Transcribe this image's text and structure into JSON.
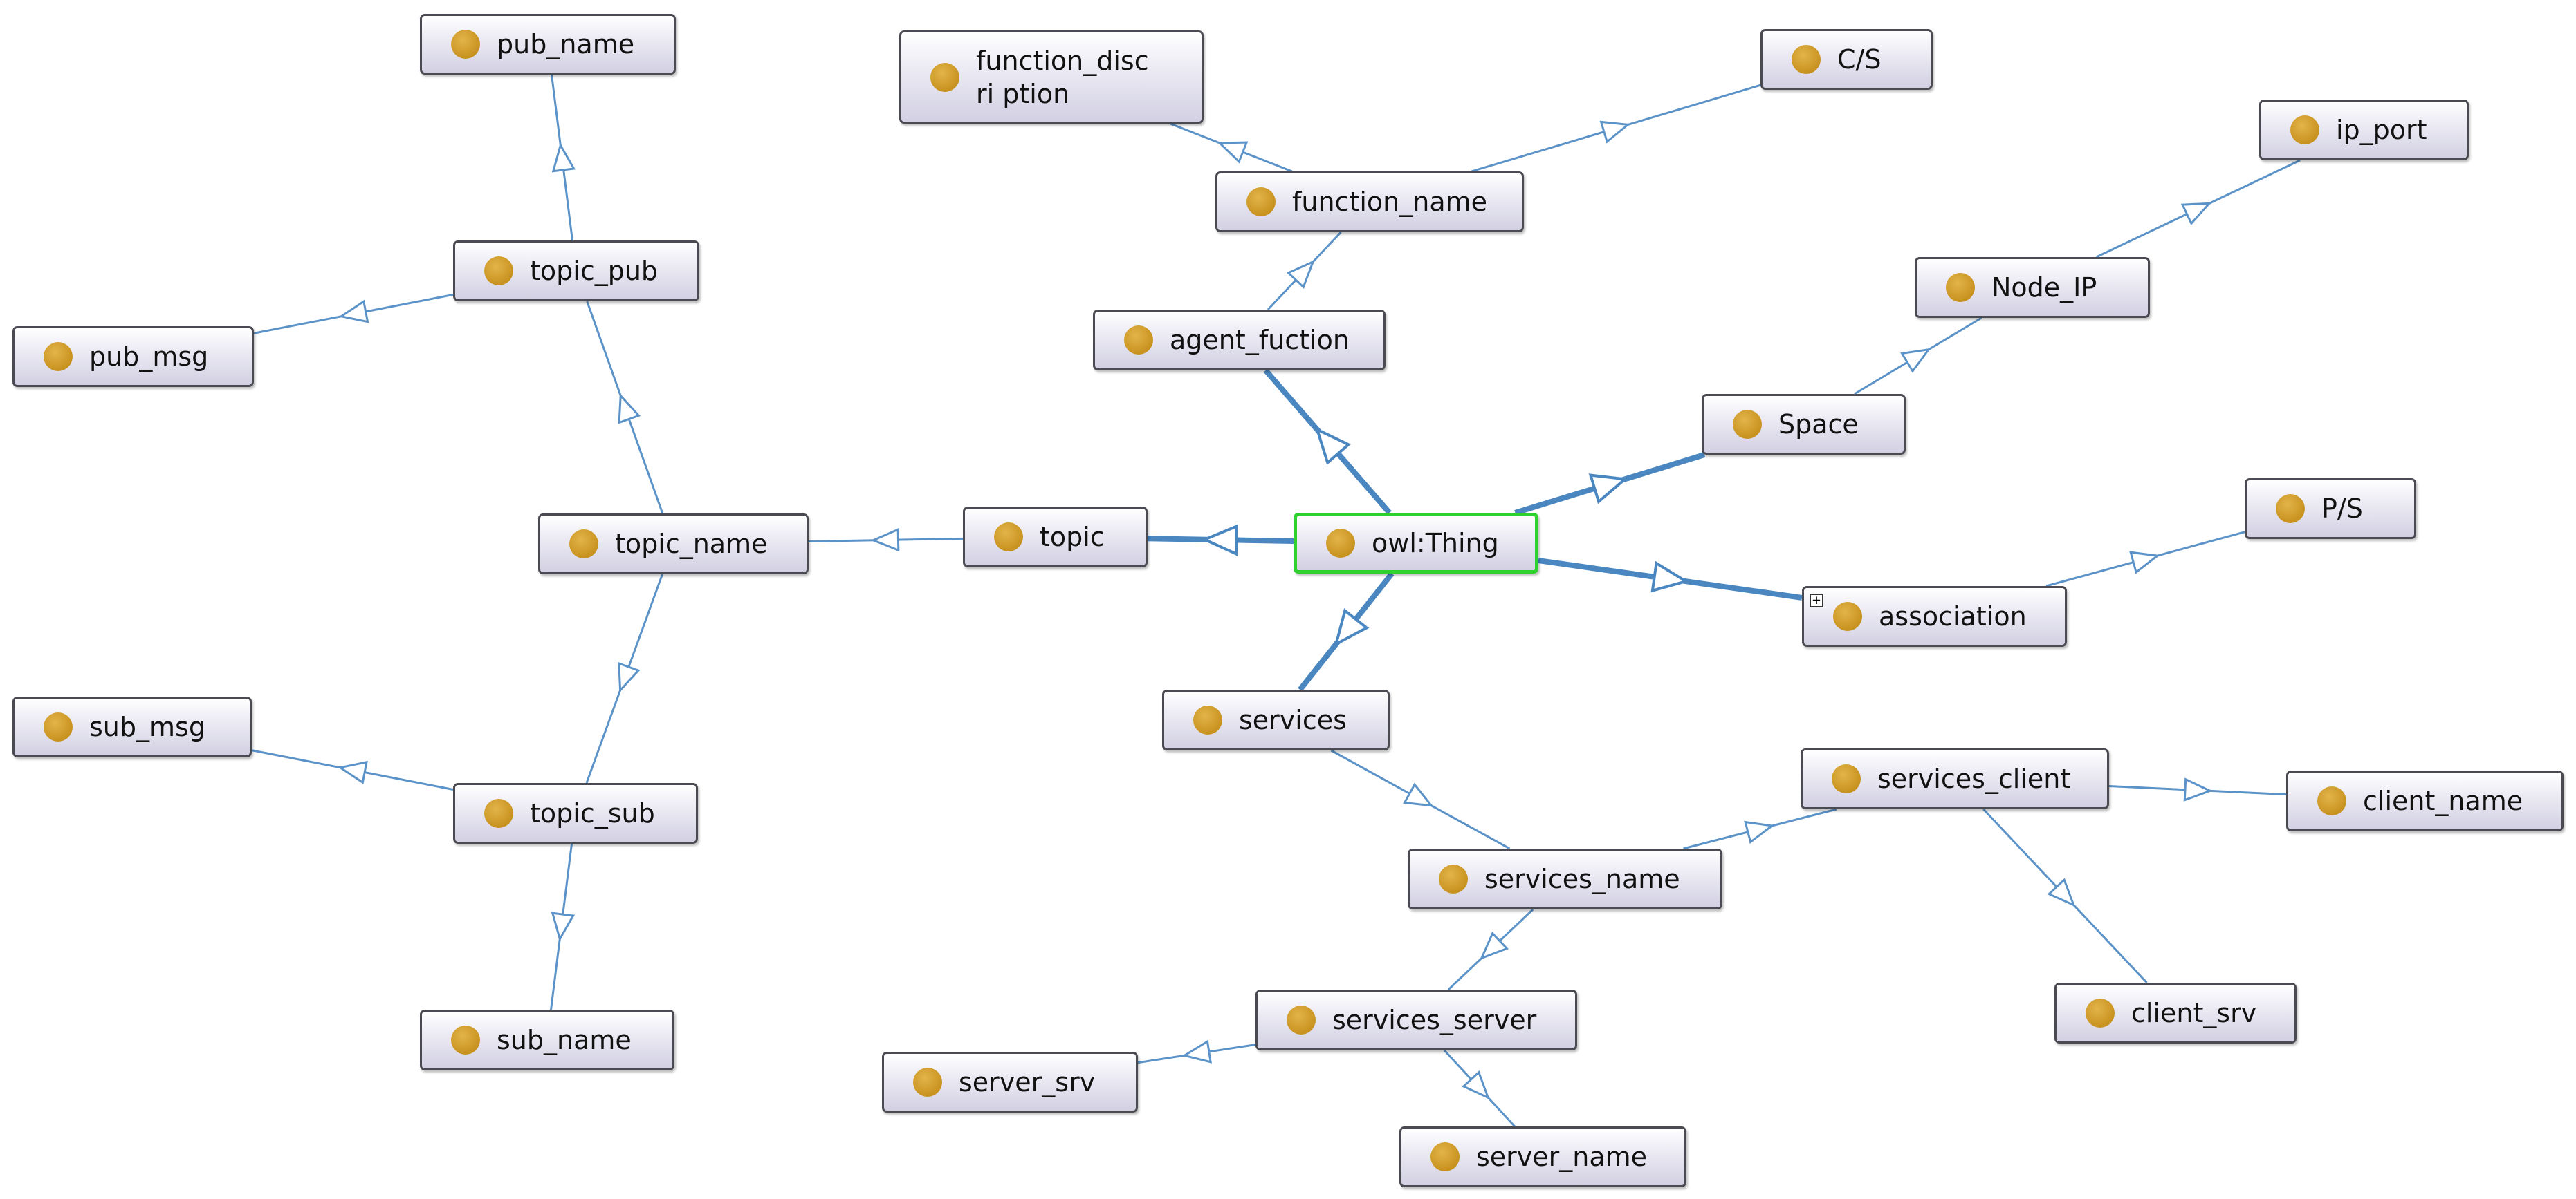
{
  "diagram": {
    "nodes": [
      {
        "id": "owl_thing",
        "label": "owl:Thing",
        "root": true
      },
      {
        "id": "agent_fuction",
        "label": "agent_fuction"
      },
      {
        "id": "function_name",
        "label": "function_name"
      },
      {
        "id": "function_description",
        "label": "function_discri ption"
      },
      {
        "id": "cs",
        "label": "C/S"
      },
      {
        "id": "space",
        "label": "Space"
      },
      {
        "id": "node_ip",
        "label": "Node_IP"
      },
      {
        "id": "ip_port",
        "label": "ip_port"
      },
      {
        "id": "association",
        "label": "association",
        "collapsed": true
      },
      {
        "id": "ps",
        "label": "P/S"
      },
      {
        "id": "topic",
        "label": "topic"
      },
      {
        "id": "topic_name",
        "label": "topic_name"
      },
      {
        "id": "topic_pub",
        "label": "topic_pub"
      },
      {
        "id": "pub_name",
        "label": "pub_name"
      },
      {
        "id": "pub_msg",
        "label": "pub_msg"
      },
      {
        "id": "topic_sub",
        "label": "topic_sub"
      },
      {
        "id": "sub_msg",
        "label": "sub_msg"
      },
      {
        "id": "sub_name",
        "label": "sub_name"
      },
      {
        "id": "services",
        "label": "services"
      },
      {
        "id": "services_name",
        "label": "services_name"
      },
      {
        "id": "services_client",
        "label": "services_client"
      },
      {
        "id": "client_name",
        "label": "client_name"
      },
      {
        "id": "client_srv",
        "label": "client_srv"
      },
      {
        "id": "services_server",
        "label": "services_server"
      },
      {
        "id": "server_srv",
        "label": "server_srv"
      },
      {
        "id": "server_name",
        "label": "server_name"
      }
    ],
    "edges": [
      {
        "from": "owl_thing",
        "to": "agent_fuction",
        "primary": true
      },
      {
        "from": "owl_thing",
        "to": "space",
        "primary": true
      },
      {
        "from": "owl_thing",
        "to": "association",
        "primary": true
      },
      {
        "from": "owl_thing",
        "to": "topic",
        "primary": true
      },
      {
        "from": "owl_thing",
        "to": "services",
        "primary": true
      },
      {
        "from": "agent_fuction",
        "to": "function_name"
      },
      {
        "from": "function_name",
        "to": "function_description"
      },
      {
        "from": "function_name",
        "to": "cs"
      },
      {
        "from": "space",
        "to": "node_ip"
      },
      {
        "from": "node_ip",
        "to": "ip_port"
      },
      {
        "from": "association",
        "to": "ps"
      },
      {
        "from": "topic",
        "to": "topic_name"
      },
      {
        "from": "topic_name",
        "to": "topic_pub"
      },
      {
        "from": "topic_pub",
        "to": "pub_name"
      },
      {
        "from": "topic_pub",
        "to": "pub_msg"
      },
      {
        "from": "topic_name",
        "to": "topic_sub"
      },
      {
        "from": "topic_sub",
        "to": "sub_msg"
      },
      {
        "from": "topic_sub",
        "to": "sub_name"
      },
      {
        "from": "services",
        "to": "services_name"
      },
      {
        "from": "services_name",
        "to": "services_client"
      },
      {
        "from": "services_client",
        "to": "client_name"
      },
      {
        "from": "services_client",
        "to": "client_srv"
      },
      {
        "from": "services_name",
        "to": "services_server"
      },
      {
        "from": "services_server",
        "to": "server_srv"
      },
      {
        "from": "services_server",
        "to": "server_name"
      }
    ],
    "colors": {
      "edge_primary": "#4a86c0",
      "edge_secondary": "#5b93c9",
      "node_dot": "#c8921f",
      "root_border": "#2fd12f"
    }
  }
}
